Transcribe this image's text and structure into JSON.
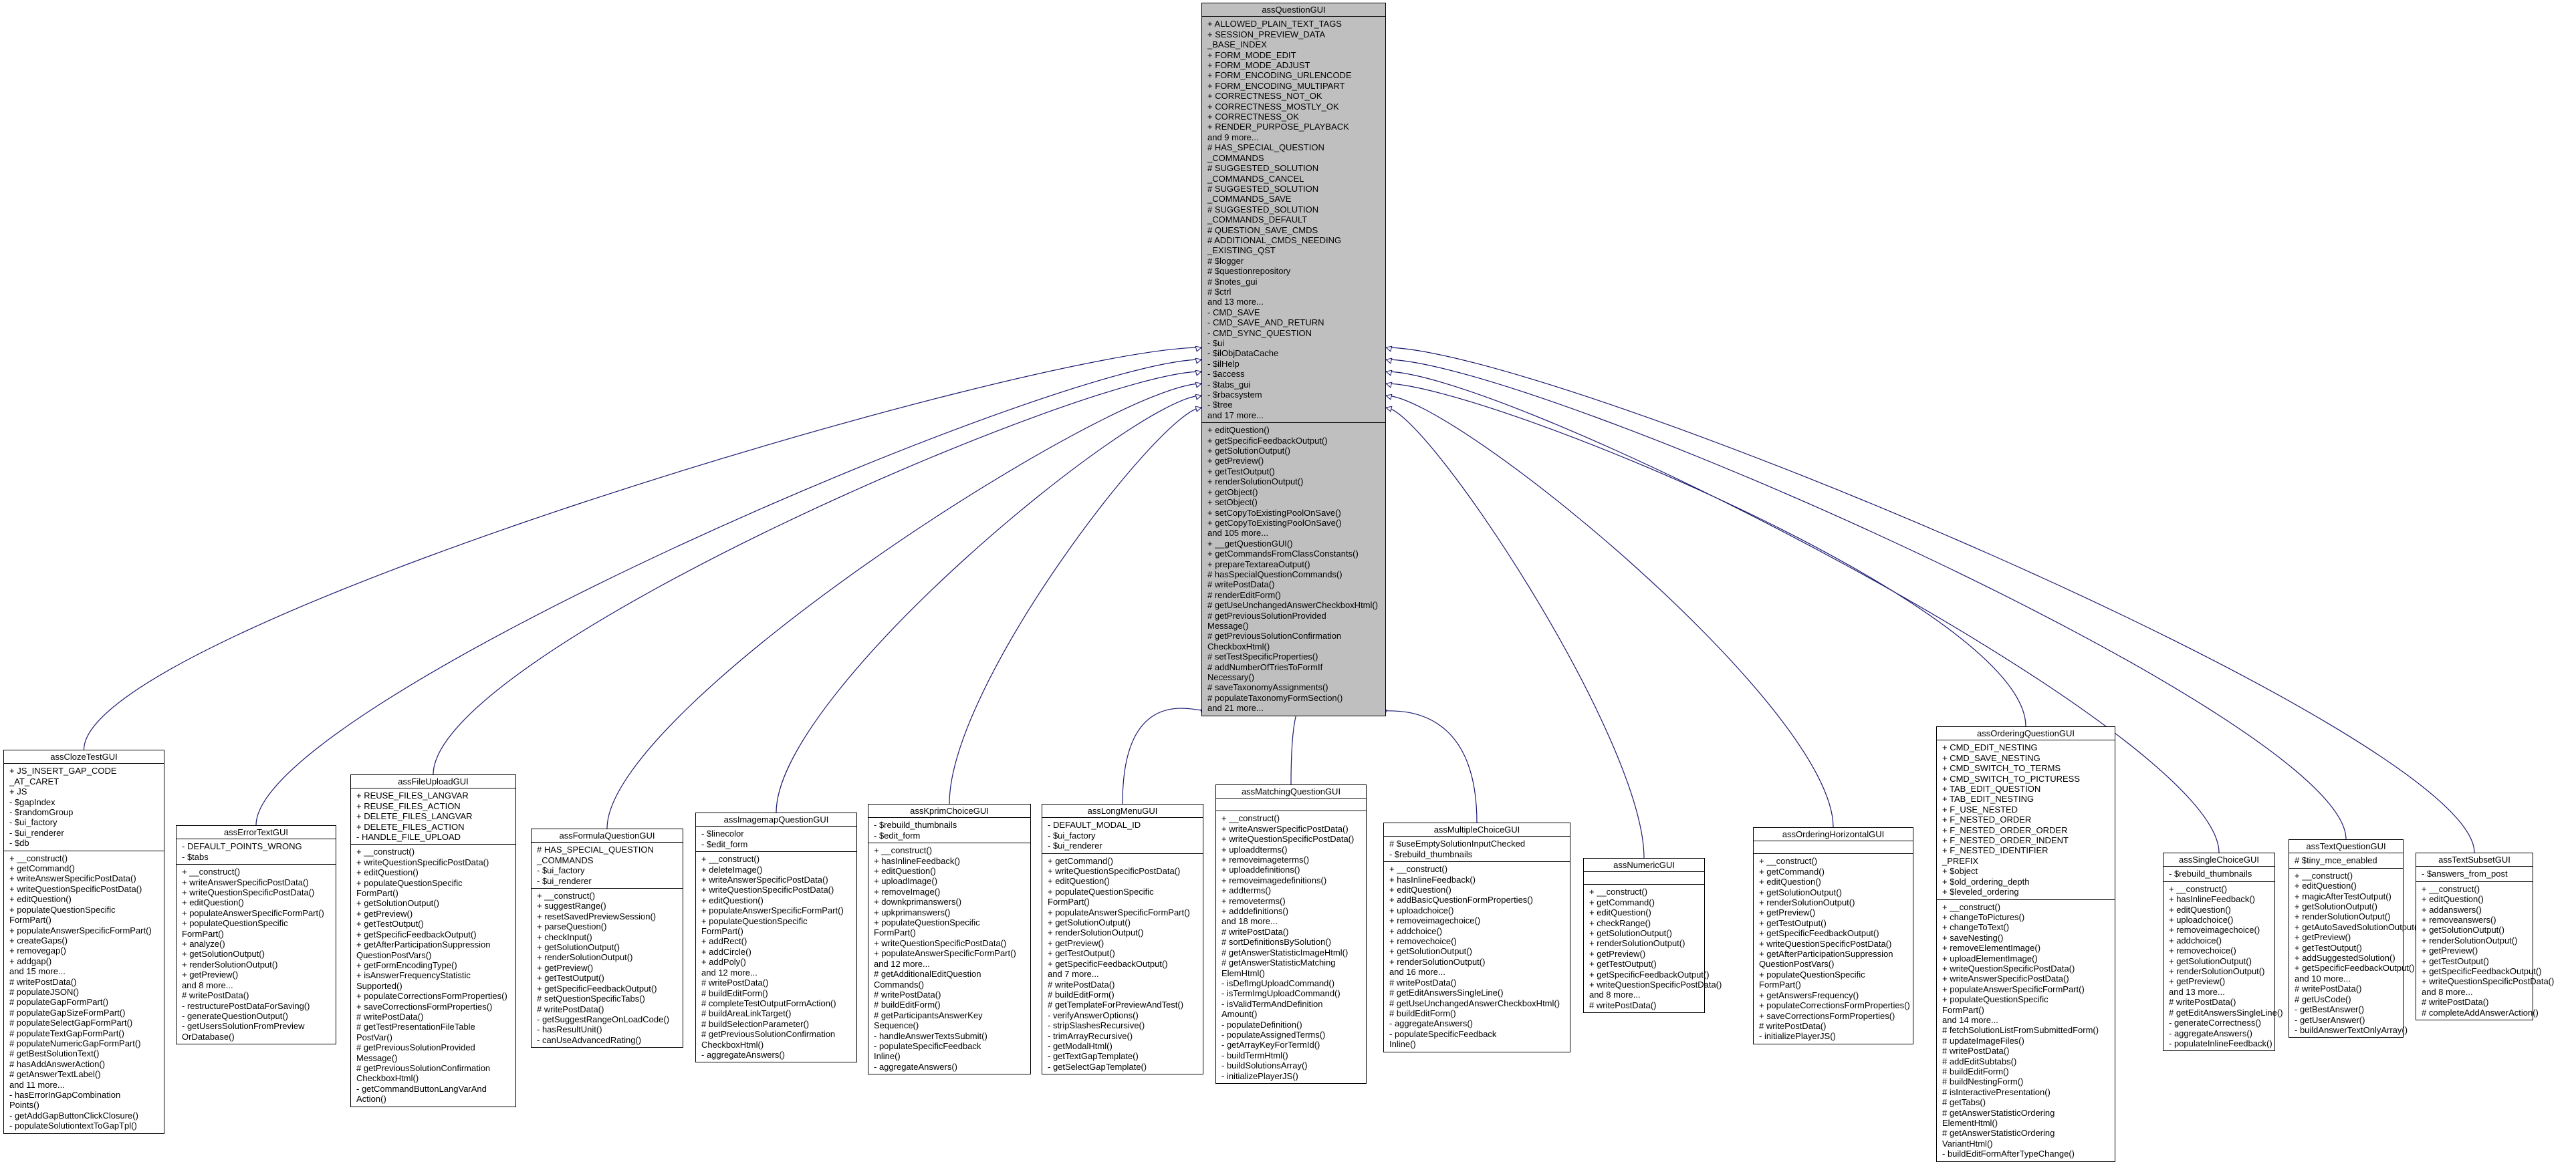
{
  "colors": {
    "edge": "#191970",
    "base_fill": "#bfbfbf",
    "box_fill": "#ffffff"
  },
  "base": {
    "name": "assQuestionGUI",
    "attributes": [
      "+ ALLOWED_PLAIN_TEXT_TAGS",
      "+ SESSION_PREVIEW_DATA",
      "_BASE_INDEX",
      "+ FORM_MODE_EDIT",
      "+ FORM_MODE_ADJUST",
      "+ FORM_ENCODING_URLENCODE",
      "+ FORM_ENCODING_MULTIPART",
      "+ CORRECTNESS_NOT_OK",
      "+ CORRECTNESS_MOSTLY_OK",
      "+ CORRECTNESS_OK",
      "+ RENDER_PURPOSE_PLAYBACK",
      "and 9 more...",
      "# HAS_SPECIAL_QUESTION",
      "_COMMANDS",
      "# SUGGESTED_SOLUTION",
      "_COMMANDS_CANCEL",
      "# SUGGESTED_SOLUTION",
      "_COMMANDS_SAVE",
      "# SUGGESTED_SOLUTION",
      "_COMMANDS_DEFAULT",
      "# QUESTION_SAVE_CMDS",
      "# ADDITIONAL_CMDS_NEEDING",
      "_EXISTING_QST",
      "# $logger",
      "# $questionrepository",
      "# $notes_gui",
      "# $ctrl",
      "and 13 more...",
      "- CMD_SAVE",
      "- CMD_SAVE_AND_RETURN",
      "- CMD_SYNC_QUESTION",
      "- $ui",
      "- $ilObjDataCache",
      "- $ilHelp",
      "- $access",
      "- $tabs_gui",
      "- $rbacsystem",
      "- $tree",
      "and 17 more..."
    ],
    "methods": [
      "+ editQuestion()",
      "+ getSpecificFeedbackOutput()",
      "+ getSolutionOutput()",
      "+ getPreview()",
      "+ getTestOutput()",
      "+ renderSolutionOutput()",
      "+ getObject()",
      "+ setObject()",
      "+ setCopyToExistingPoolOnSave()",
      "+ getCopyToExistingPoolOnSave()",
      "and 105 more...",
      "+ __getQuestionGUI()",
      "+ getCommandsFromClassConstants()",
      "+ prepareTextareaOutput()",
      "# hasSpecialQuestionCommands()",
      "# writePostData()",
      "# renderEditForm()",
      "# getUseUnchangedAnswerCheckboxHtml()",
      "# getPreviousSolutionProvided",
      "Message()",
      "# getPreviousSolutionConfirmation",
      "CheckboxHtml()",
      "# setTestSpecificProperties()",
      "# addNumberOfTriesToFormIf",
      "Necessary()",
      "# saveTaxonomyAssignments()",
      "# populateTaxonomyFormSection()",
      "and 21 more..."
    ]
  },
  "derived": [
    {
      "name": "assClozeTestGUI",
      "attributes": [
        "+ JS_INSERT_GAP_CODE",
        "_AT_CARET",
        "+ JS",
        "- $gapIndex",
        "- $randomGroup",
        "- $ui_factory",
        "- $ui_renderer",
        "- $db"
      ],
      "methods": [
        "+ __construct()",
        "+ getCommand()",
        "+ writeAnswerSpecificPostData()",
        "+ writeQuestionSpecificPostData()",
        "+ editQuestion()",
        "+ populateQuestionSpecific",
        "FormPart()",
        "+ populateAnswerSpecificFormPart()",
        "+ createGaps()",
        "+ removegap()",
        "+ addgap()",
        "and 15 more...",
        "# writePostData()",
        "# populateJSON()",
        "# populateGapFormPart()",
        "# populateGapSizeFormPart()",
        "# populateSelectGapFormPart()",
        "# populateTextGapFormPart()",
        "# populateNumericGapFormPart()",
        "# getBestSolutionText()",
        "# hasAddAnswerAction()",
        "# getAnswerTextLabel()",
        "and 11 more...",
        "- hasErrorInGapCombination",
        "Points()",
        "- getAddGapButtonClickClosure()",
        "- populateSolutiontextToGapTpl()"
      ]
    },
    {
      "name": "assErrorTextGUI",
      "attributes": [
        "- DEFAULT_POINTS_WRONG",
        "- $tabs"
      ],
      "methods": [
        "+ __construct()",
        "+ writeAnswerSpecificPostData()",
        "+ writeQuestionSpecificPostData()",
        "+ editQuestion()",
        "+ populateAnswerSpecificFormPart()",
        "+ populateQuestionSpecific",
        "FormPart()",
        "+ analyze()",
        "+ getSolutionOutput()",
        "+ renderSolutionOutput()",
        "+ getPreview()",
        "and 8 more...",
        "# writePostData()",
        "- restructurePostDataForSaving()",
        "- generateQuestionOutput()",
        "- getUsersSolutionFromPreview",
        "OrDatabase()"
      ]
    },
    {
      "name": "assFileUploadGUI",
      "attributes": [
        "+ REUSE_FILES_LANGVAR",
        "+ REUSE_FILES_ACTION",
        "+ DELETE_FILES_LANGVAR",
        "+ DELETE_FILES_ACTION",
        "- HANDLE_FILE_UPLOAD"
      ],
      "methods": [
        "+ __construct()",
        "+ writeQuestionSpecificPostData()",
        "+ editQuestion()",
        "+ populateQuestionSpecific",
        "FormPart()",
        "+ getSolutionOutput()",
        "+ getPreview()",
        "+ getTestOutput()",
        "+ getSpecificFeedbackOutput()",
        "+ getAfterParticipationSuppression",
        "QuestionPostVars()",
        "+ getFormEncodingType()",
        "+ isAnswerFrequencyStatistic",
        "Supported()",
        "+ populateCorrectionsFormProperties()",
        "+ saveCorrectionsFormProperties()",
        "# writePostData()",
        "# getTestPresentationFileTable",
        "PostVar()",
        "# getPreviousSolutionProvided",
        "Message()",
        "# getPreviousSolutionConfirmation",
        "CheckboxHtml()",
        "- getCommandButtonLangVarAnd",
        "Action()"
      ]
    },
    {
      "name": "assFormulaQuestionGUI",
      "attributes": [
        "# HAS_SPECIAL_QUESTION",
        "_COMMANDS",
        "- $ui_factory",
        "- $ui_renderer"
      ],
      "methods": [
        "+ __construct()",
        "+ suggestRange()",
        "+ resetSavedPreviewSession()",
        "+ parseQuestion()",
        "+ checkInput()",
        "+ getSolutionOutput()",
        "+ renderSolutionOutput()",
        "+ getPreview()",
        "+ getTestOutput()",
        "+ getSpecificFeedbackOutput()",
        "# setQuestionSpecificTabs()",
        "# writePostData()",
        "- getSuggestRangeOnLoadCode()",
        "- hasResultUnit()",
        "- canUseAdvancedRating()"
      ]
    },
    {
      "name": "assImagemapQuestionGUI",
      "attributes": [
        "- $linecolor",
        "- $edit_form"
      ],
      "methods": [
        "+ __construct()",
        "+ deleteImage()",
        "+ writeAnswerSpecificPostData()",
        "+ writeQuestionSpecificPostData()",
        "+ editQuestion()",
        "+ populateAnswerSpecificFormPart()",
        "+ populateQuestionSpecific",
        "FormPart()",
        "+ addRect()",
        "+ addCircle()",
        "+ addPoly()",
        "and 12 more...",
        "# writePostData()",
        "# buildEditForm()",
        "# completeTestOutputFormAction()",
        "# buildAreaLinkTarget()",
        "# buildSelectionParameter()",
        "# getPreviousSolutionConfirmation",
        "CheckboxHtml()",
        "- aggregateAnswers()"
      ]
    },
    {
      "name": "assKprimChoiceGUI",
      "attributes": [
        "- $rebuild_thumbnails",
        "- $edit_form"
      ],
      "methods": [
        "+ __construct()",
        "+ hasInlineFeedback()",
        "+ editQuestion()",
        "+ uploadImage()",
        "+ removeImage()",
        "+ downkprimanswers()",
        "+ upkprimanswers()",
        "+ populateQuestionSpecific",
        "FormPart()",
        "+ writeQuestionSpecificPostData()",
        "+ populateAnswerSpecificFormPart()",
        "and 12 more...",
        "# getAdditionalEditQuestion",
        "Commands()",
        "# writePostData()",
        "# buildEditForm()",
        "# getParticipantsAnswerKey",
        "Sequence()",
        "- handleAnswerTextsSubmit()",
        "- populateSpecificFeedback",
        "Inline()",
        "- aggregateAnswers()"
      ]
    },
    {
      "name": "assLongMenuGUI",
      "attributes": [
        "- DEFAULT_MODAL_ID",
        "- $ui_factory",
        "- $ui_renderer"
      ],
      "methods": [
        "+ getCommand()",
        "+ writeQuestionSpecificPostData()",
        "+ editQuestion()",
        "+ populateQuestionSpecific",
        "FormPart()",
        "+ populateAnswerSpecificFormPart()",
        "+ getSolutionOutput()",
        "+ renderSolutionOutput()",
        "+ getPreview()",
        "+ getTestOutput()",
        "+ getSpecificFeedbackOutput()",
        "and 7 more...",
        "# writePostData()",
        "# buildEditForm()",
        "# getTemplateForPreviewAndTest()",
        "- verifyAnswerOptions()",
        "- stripSlashesRecursive()",
        "- trimArrayRecursive()",
        "- getModalHtml()",
        "- getTextGapTemplate()",
        "- getSelectGapTemplate()"
      ]
    },
    {
      "name": "assMatchingQuestionGUI",
      "attributes": [],
      "methods": [
        "+ __construct()",
        "+ writeAnswerSpecificPostData()",
        "+ writeQuestionSpecificPostData()",
        "+ uploaddterms()",
        "+ removeimageterms()",
        "+ uploaddefinitions()",
        "+ removeimagedefinitions()",
        "+ addterms()",
        "+ removeterms()",
        "+ adddefinitions()",
        "and 18 more...",
        "# writePostData()",
        "# sortDefinitionsBySolution()",
        "# getAnswerStatisticImageHtml()",
        "# getAnswerStatisticMatching",
        "ElemHtml()",
        "- isDefImgUploadCommand()",
        "- isTermImgUploadCommand()",
        "- isValidTermAndDefinition",
        "Amount()",
        "- populateDefinition()",
        "- populateAssignedTerms()",
        "- getArrayKeyForTermId()",
        "- buildTermHtml()",
        "- buildSolutionsArray()",
        "- initializePlayerJS()"
      ]
    },
    {
      "name": "assMultipleChoiceGUI",
      "attributes": [
        "# $useEmptySolutionInputChecked",
        "- $rebuild_thumbnails"
      ],
      "methods": [
        "+ __construct()",
        "+ hasInlineFeedback()",
        "+ editQuestion()",
        "+ addBasicQuestionFormProperties()",
        "+ uploadchoice()",
        "+ removeimagechoice()",
        "+ addchoice()",
        "+ removechoice()",
        "+ getSolutionOutput()",
        "+ renderSolutionOutput()",
        "and 16 more...",
        "# writePostData()",
        "# getEditAnswersSingleLine()",
        "# getUseUnchangedAnswerCheckboxHtml()",
        "# buildEditForm()",
        "- aggregateAnswers()",
        "- populateSpecificFeedback",
        "Inline()"
      ]
    },
    {
      "name": "assNumericGUI",
      "attributes": [],
      "methods": [
        "+ __construct()",
        "+ getCommand()",
        "+ editQuestion()",
        "+ checkRange()",
        "+ getSolutionOutput()",
        "+ renderSolutionOutput()",
        "+ getPreview()",
        "+ getTestOutput()",
        "+ getSpecificFeedbackOutput()",
        "+ writeQuestionSpecificPostData()",
        "and 8 more...",
        "# writePostData()"
      ]
    },
    {
      "name": "assOrderingHorizontalGUI",
      "attributes": [],
      "methods": [
        "+ __construct()",
        "+ getCommand()",
        "+ editQuestion()",
        "+ getSolutionOutput()",
        "+ renderSolutionOutput()",
        "+ getPreview()",
        "+ getTestOutput()",
        "+ getSpecificFeedbackOutput()",
        "+ writeQuestionSpecificPostData()",
        "+ getAfterParticipationSuppression",
        "QuestionPostVars()",
        "+ populateQuestionSpecific",
        "FormPart()",
        "+ getAnswersFrequency()",
        "+ populateCorrectionsFormProperties()",
        "+ saveCorrectionsFormProperties()",
        "# writePostData()",
        "- initializePlayerJS()"
      ]
    },
    {
      "name": "assOrderingQuestionGUI",
      "attributes": [
        "+ CMD_EDIT_NESTING",
        "+ CMD_SAVE_NESTING",
        "+ CMD_SWITCH_TO_TERMS",
        "+ CMD_SWITCH_TO_PICTURESS",
        "+ TAB_EDIT_QUESTION",
        "+ TAB_EDIT_NESTING",
        "+ F_USE_NESTED",
        "+ F_NESTED_ORDER",
        "+ F_NESTED_ORDER_ORDER",
        "+ F_NESTED_ORDER_INDENT",
        "+ F_NESTED_IDENTIFIER",
        "_PREFIX",
        "+ $object",
        "+ $old_ordering_depth",
        "+ $leveled_ordering"
      ],
      "methods": [
        "+ __construct()",
        "+ changeToPictures()",
        "+ changeToText()",
        "+ saveNesting()",
        "+ removeElementImage()",
        "+ uploadElementImage()",
        "+ writeQuestionSpecificPostData()",
        "+ writeAnswerSpecificPostData()",
        "+ populateAnswerSpecificFormPart()",
        "+ populateQuestionSpecific",
        "FormPart()",
        "and 14 more...",
        "# fetchSolutionListFromSubmittedForm()",
        "# updateImageFiles()",
        "# writePostData()",
        "# addEditSubtabs()",
        "# buildEditForm()",
        "# buildNestingForm()",
        "# isInteractivePresentation()",
        "# getTabs()",
        "# getAnswerStatisticOrdering",
        "ElementHtml()",
        "# getAnswerStatisticOrdering",
        "VariantHtml()",
        "- buildEditFormAfterTypeChange()"
      ]
    },
    {
      "name": "assSingleChoiceGUI",
      "attributes": [
        "- $rebuild_thumbnails"
      ],
      "methods": [
        "+ __construct()",
        "+ hasInlineFeedback()",
        "+ editQuestion()",
        "+ uploadchoice()",
        "+ removeimagechoice()",
        "+ addchoice()",
        "+ removechoice()",
        "+ getSolutionOutput()",
        "+ renderSolutionOutput()",
        "+ getPreview()",
        "and 13 more...",
        "# writePostData()",
        "# getEditAnswersSingleLine()",
        "- generateCorrectness()",
        "- aggregateAnswers()",
        "- populateInlineFeedback()"
      ]
    },
    {
      "name": "assTextQuestionGUI",
      "attributes": [
        "# $tiny_mce_enabled"
      ],
      "methods": [
        "+ __construct()",
        "+ editQuestion()",
        "+ magicAfterTestOutput()",
        "+ getSolutionOutput()",
        "+ renderSolutionOutput()",
        "+ getAutoSavedSolutionOutput()",
        "+ getPreview()",
        "+ getTestOutput()",
        "+ addSuggestedSolution()",
        "+ getSpecificFeedbackOutput()",
        "and 10 more...",
        "# writePostData()",
        "# getUsCode()",
        "- getBestAnswer()",
        "- getUserAnswer()",
        "- buildAnswerTextOnlyArray()"
      ]
    },
    {
      "name": "assTextSubsetGUI",
      "attributes": [
        "- $answers_from_post"
      ],
      "methods": [
        "+ __construct()",
        "+ editQuestion()",
        "+ addanswers()",
        "+ removeanswers()",
        "+ getSolutionOutput()",
        "+ renderSolutionOutput()",
        "+ getPreview()",
        "+ getTestOutput()",
        "+ getSpecificFeedbackOutput()",
        "+ writeQuestionSpecificPostData()",
        "and 8 more...",
        "# writePostData()",
        "# completeAddAnswerAction()"
      ]
    }
  ]
}
